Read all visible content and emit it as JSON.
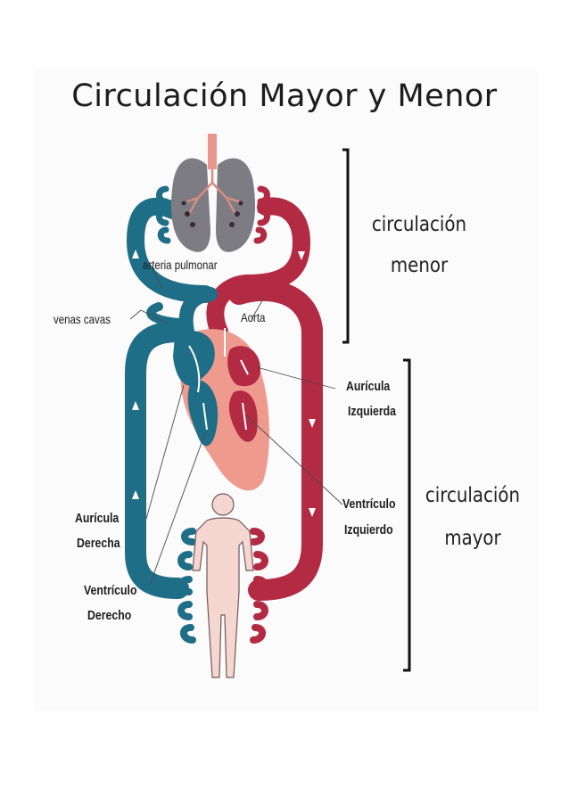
{
  "title": "Circulación Mayor y Menor",
  "colors": {
    "venous": "#1f6e87",
    "arterial": "#b32a43",
    "heart": "#ee9a8c",
    "lungs": "#7d7c83",
    "body": "#f6d6d0"
  },
  "labels": {
    "arteria_pulmonar": "arteria pulmonar",
    "venas_cavas": "venas cavas",
    "aorta": "Aorta",
    "auricula_izquierda_1": "Aurícula",
    "auricula_izquierda_2": "Izquierda",
    "ventriculo_izquierdo_1": "Ventrículo",
    "ventriculo_izquierdo_2": "Izquierdo",
    "auricula_derecha_1": "Aurícula",
    "auricula_derecha_2": "Derecha",
    "ventriculo_derecho_1": "Ventrículo",
    "ventriculo_derecho_2": "Derecho"
  },
  "brackets": {
    "menor_1": "circulación",
    "menor_2": "menor",
    "mayor_1": "circulación",
    "mayor_2": "mayor"
  }
}
